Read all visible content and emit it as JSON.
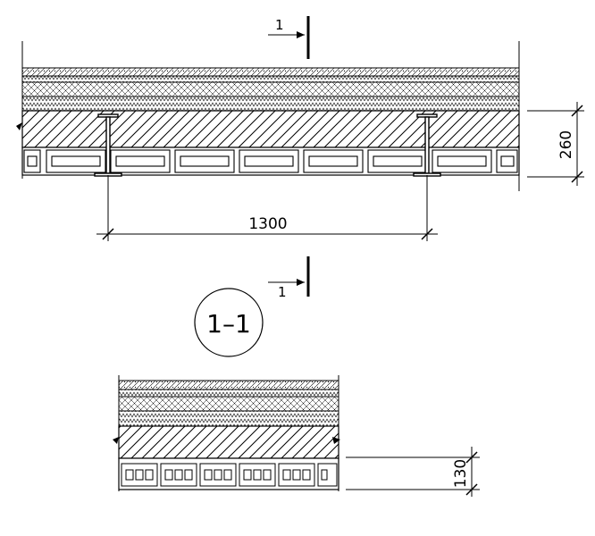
{
  "drawing": {
    "top_section_mark": "1",
    "bottom_section_mark": "1",
    "span_dimension": "1300",
    "height_dimension": "260",
    "section_title": "1–1",
    "detail_height_dimension": "130"
  }
}
